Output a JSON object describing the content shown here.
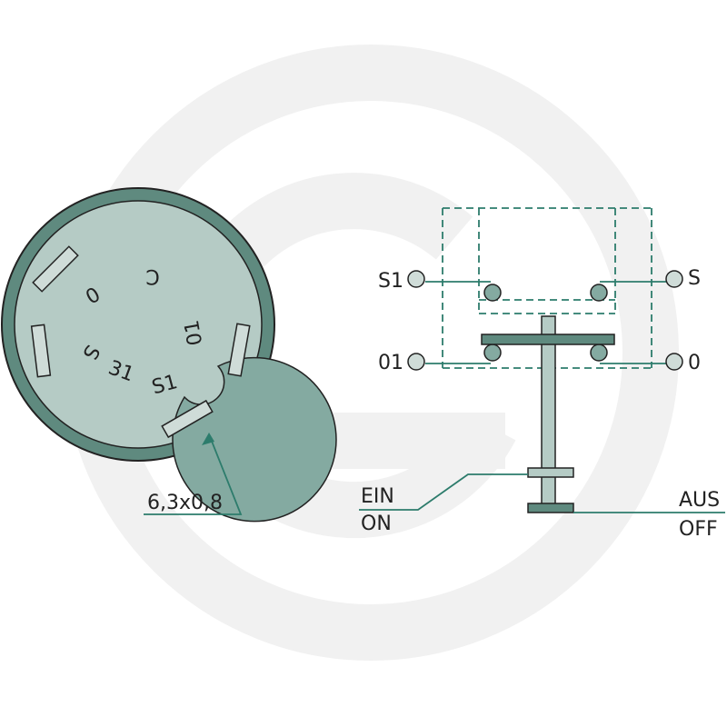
{
  "colors": {
    "dark": "#5f8a7f",
    "outline": "#222222",
    "face": "#b5cbc5",
    "inner": "#84aaa1",
    "light": "#cfdcd8",
    "leader": "#2d7c6c",
    "watermark": "#f1f1f1"
  },
  "connector": {
    "terminal_labels": [
      "0",
      "C",
      "01",
      "S",
      "31",
      "S1"
    ],
    "dimension_label": "6,3x0,8"
  },
  "schematic": {
    "left_labels": [
      "S1",
      "01"
    ],
    "right_labels": [
      "S",
      "0"
    ],
    "ein": "EIN",
    "on": "ON",
    "aus": "AUS",
    "off": "OFF"
  }
}
